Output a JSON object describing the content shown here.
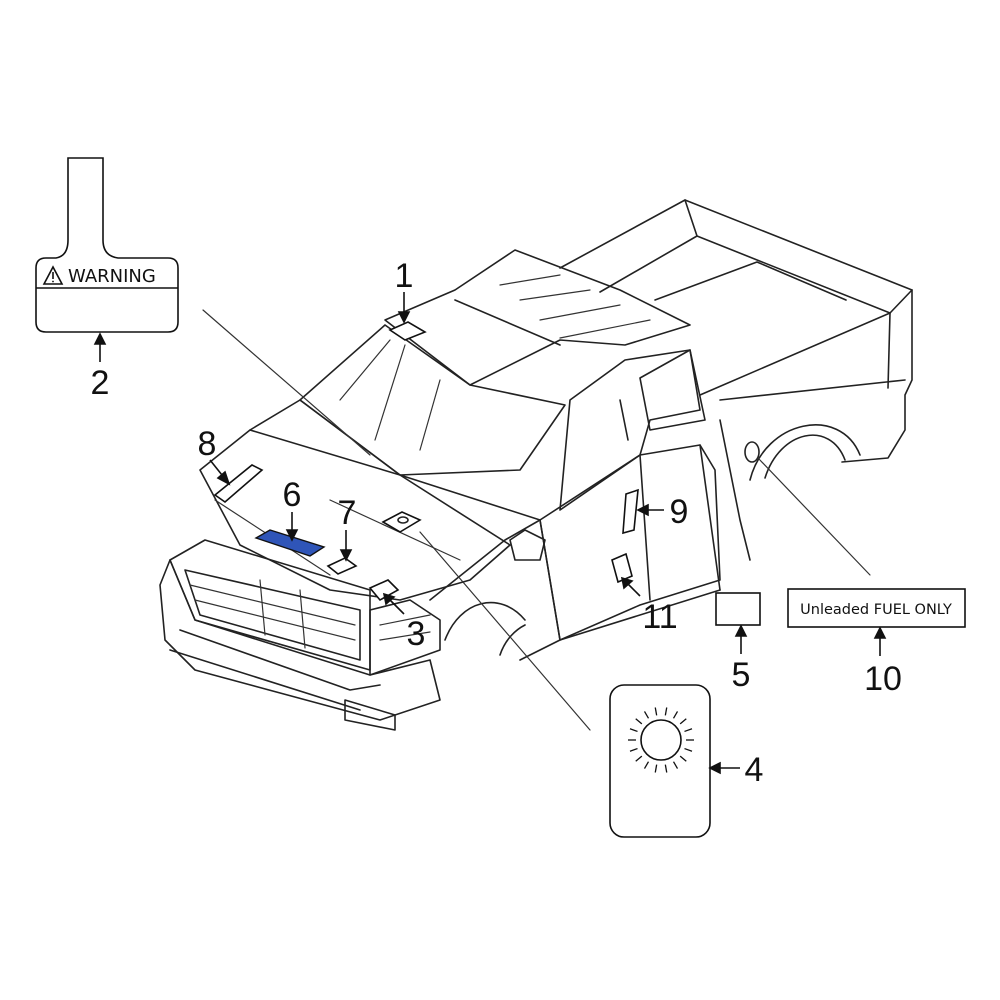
{
  "diagram": {
    "callouts": [
      {
        "id": "1",
        "label": "1"
      },
      {
        "id": "2",
        "label": "2"
      },
      {
        "id": "3",
        "label": "3"
      },
      {
        "id": "4",
        "label": "4"
      },
      {
        "id": "5",
        "label": "5"
      },
      {
        "id": "6",
        "label": "6"
      },
      {
        "id": "7",
        "label": "7"
      },
      {
        "id": "8",
        "label": "8"
      },
      {
        "id": "9",
        "label": "9"
      },
      {
        "id": "10",
        "label": "10"
      },
      {
        "id": "11",
        "label": "11"
      }
    ],
    "warning_tag": {
      "icon": "warning-triangle-icon",
      "text": "WARNING"
    },
    "fuel_label": {
      "text": "Unleaded FUEL ONLY"
    },
    "highlight_color": "#2f55b8"
  }
}
